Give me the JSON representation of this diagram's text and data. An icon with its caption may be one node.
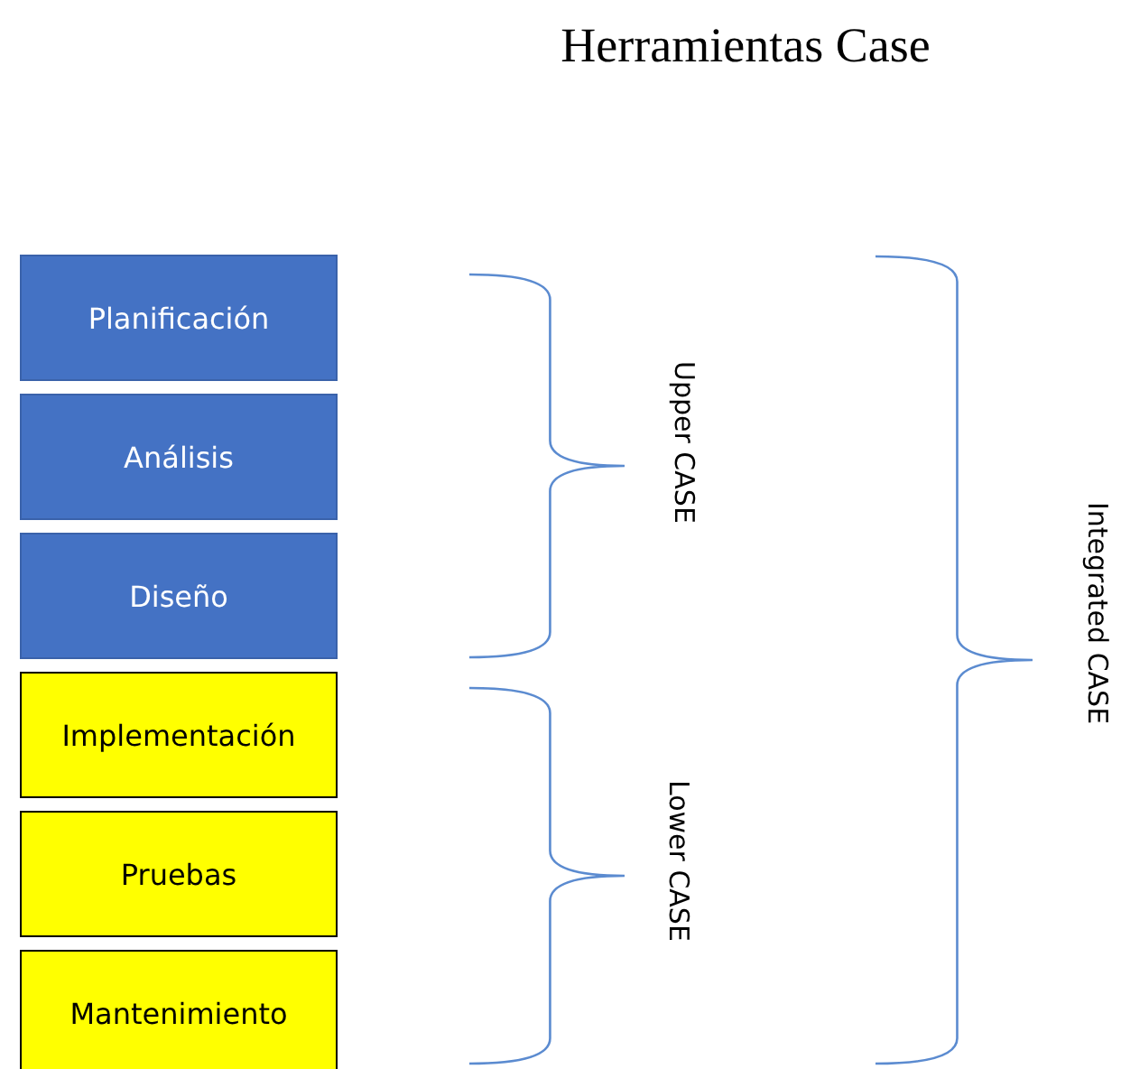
{
  "diagram": {
    "title": "Herramientas Case",
    "nodes": [
      {
        "text": [
          "Planificación"
        ]
      },
      {
        "text": [
          "Análisis"
        ]
      },
      {
        "text": [
          "Diseño"
        ]
      },
      {
        "text": [
          "Implementación"
        ]
      },
      {
        "text": [
          "Pruebas"
        ]
      },
      {
        "text": [
          "Mantenimiento"
        ]
      }
    ],
    "labels": [
      "Upper CASE",
      "Lower CASE",
      "Integrated CASE"
    ]
  }
}
